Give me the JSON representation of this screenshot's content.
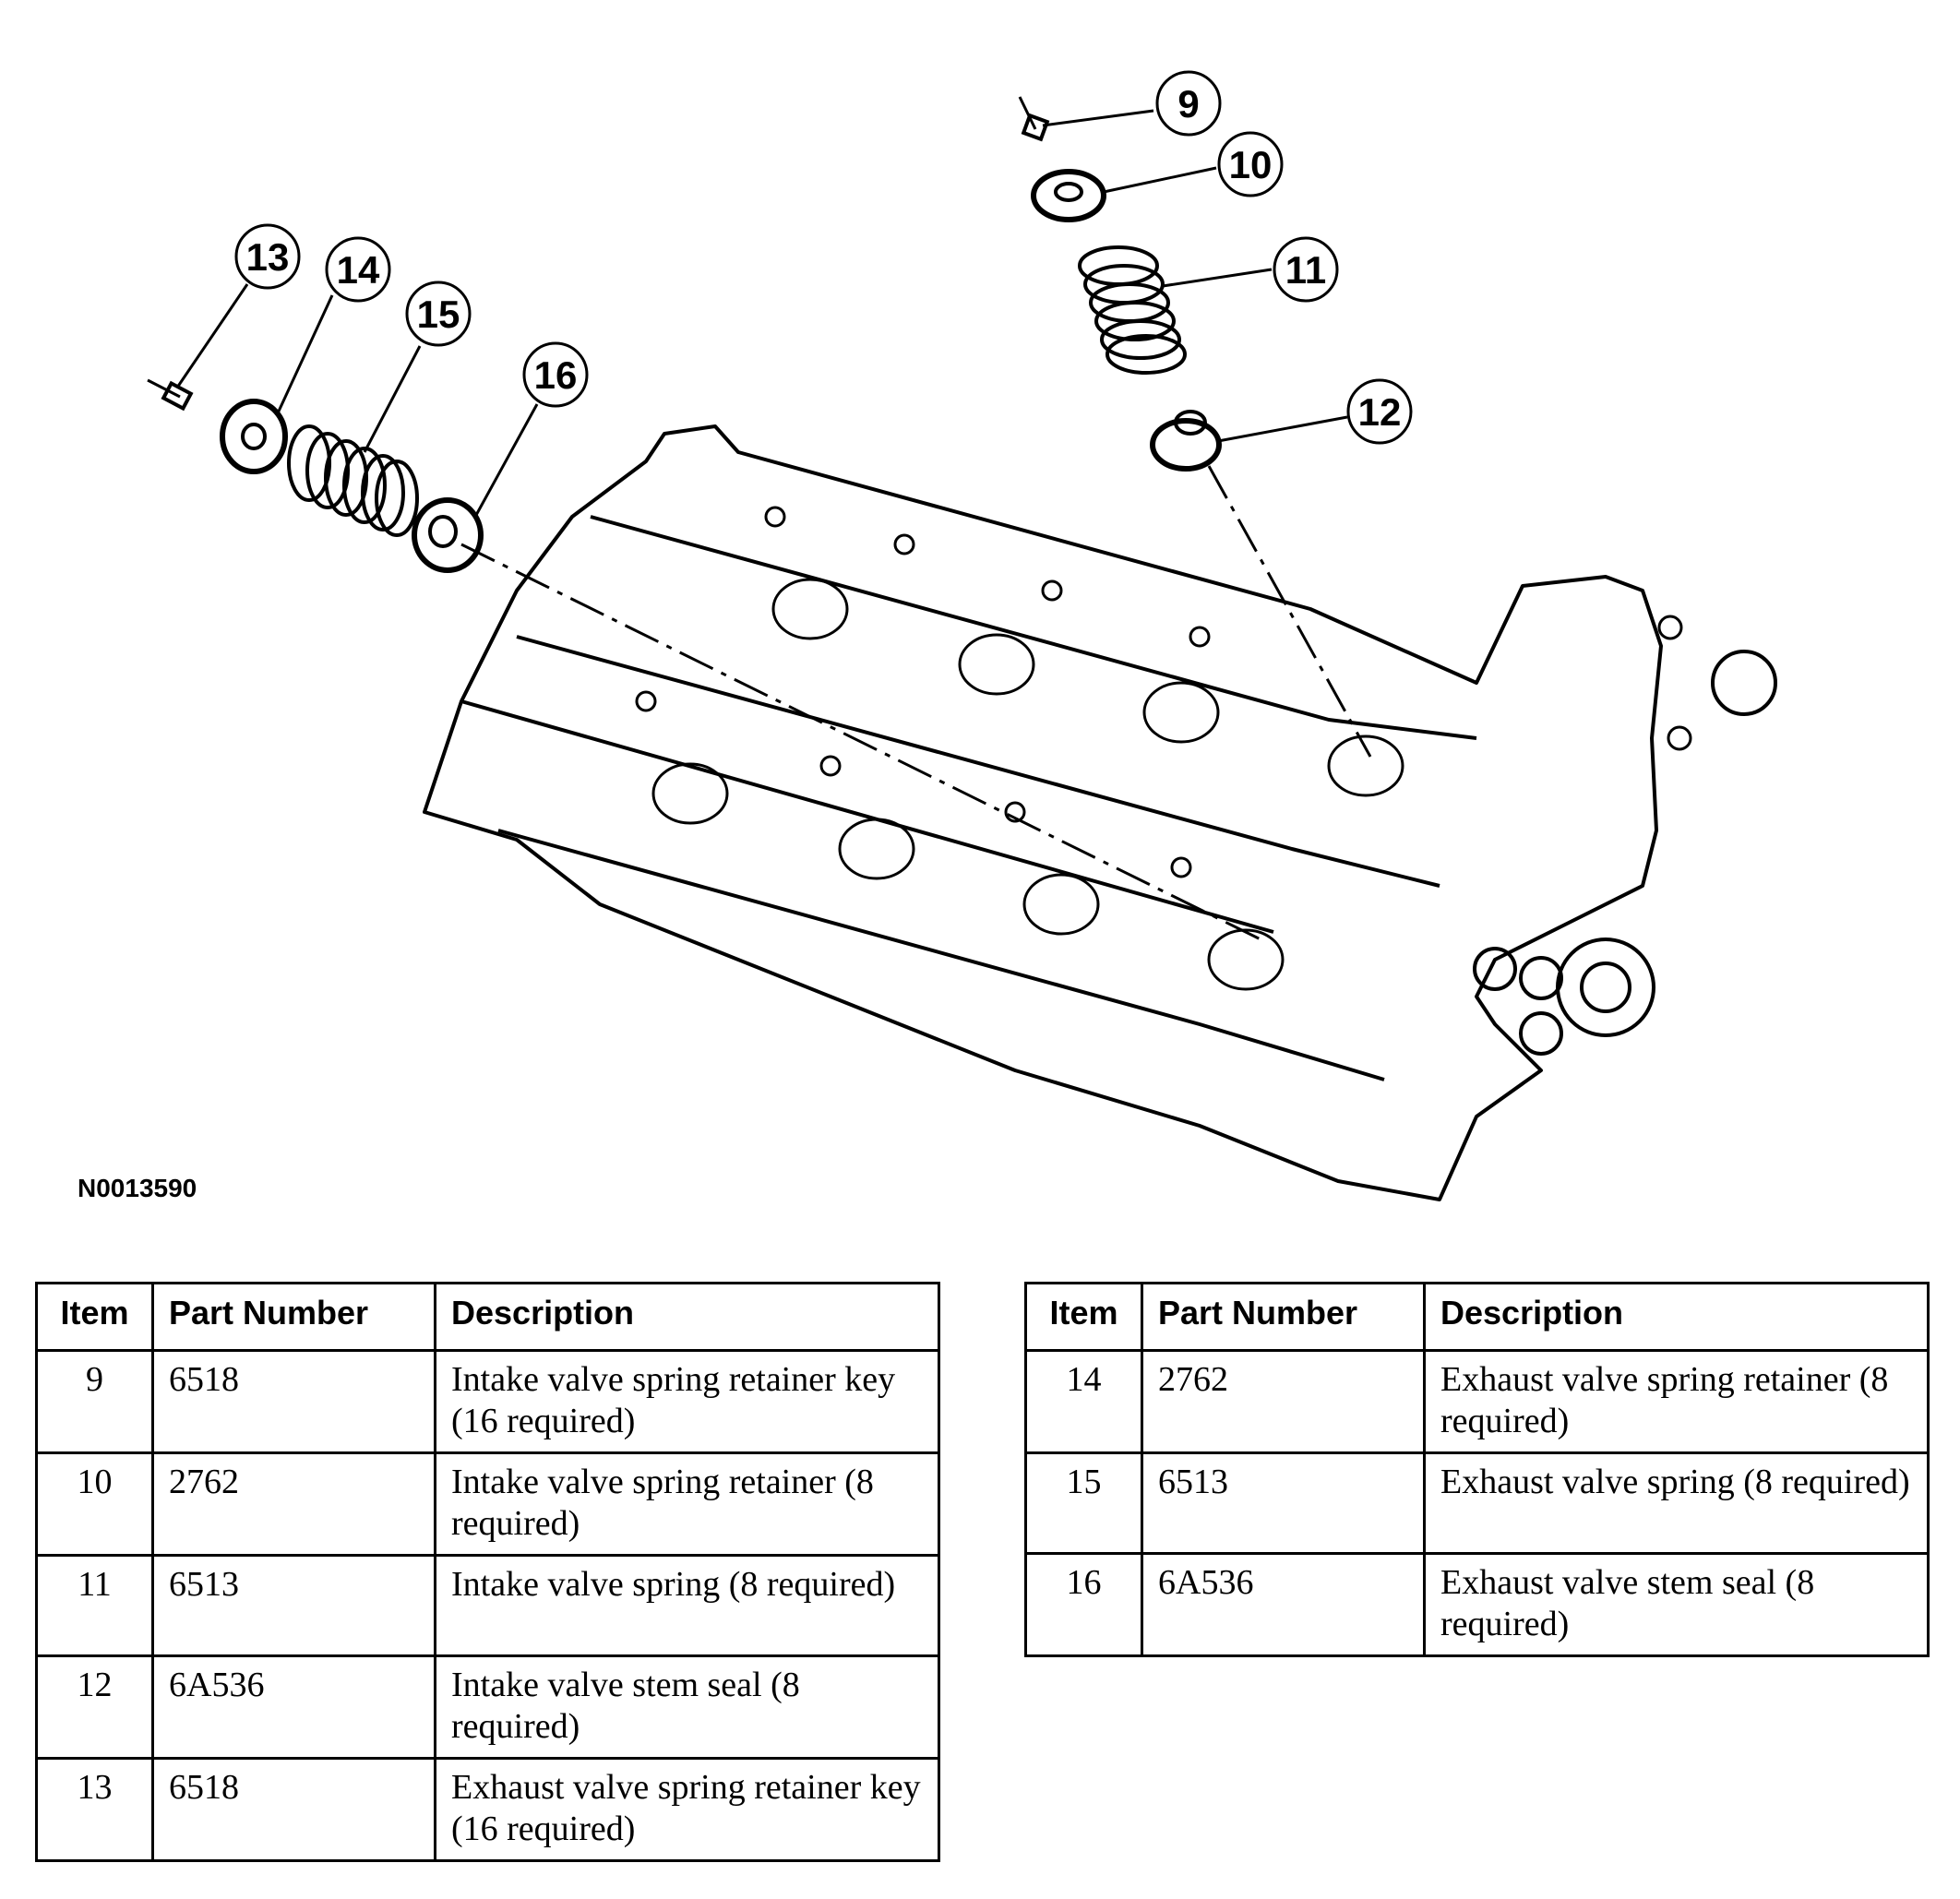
{
  "figure_id": "N0013590",
  "callouts": [
    {
      "id": "9",
      "label": "9"
    },
    {
      "id": "10",
      "label": "10"
    },
    {
      "id": "11",
      "label": "11"
    },
    {
      "id": "12",
      "label": "12"
    },
    {
      "id": "13",
      "label": "13"
    },
    {
      "id": "14",
      "label": "14"
    },
    {
      "id": "15",
      "label": "15"
    },
    {
      "id": "16",
      "label": "16"
    }
  ],
  "table_headers": {
    "item": "Item",
    "part_number": "Part Number",
    "description": "Description"
  },
  "table_left": [
    {
      "item": "9",
      "part_number": "6518",
      "description": "Intake valve spring retainer key (16 required)"
    },
    {
      "item": "10",
      "part_number": "2762",
      "description": "Intake valve spring retainer (8 required)"
    },
    {
      "item": "11",
      "part_number": "6513",
      "description": "Intake valve spring (8 required)"
    },
    {
      "item": "12",
      "part_number": "6A536",
      "description": "Intake valve stem seal (8 required)"
    },
    {
      "item": "13",
      "part_number": "6518",
      "description": "Exhaust valve spring retainer key (16 required)"
    }
  ],
  "table_right": [
    {
      "item": "14",
      "part_number": "2762",
      "description": "Exhaust valve spring retainer (8 required)"
    },
    {
      "item": "15",
      "part_number": "6513",
      "description": "Exhaust valve spring (8 required)"
    },
    {
      "item": "16",
      "part_number": "6A536",
      "description": "Exhaust valve stem seal (8 required)"
    }
  ]
}
